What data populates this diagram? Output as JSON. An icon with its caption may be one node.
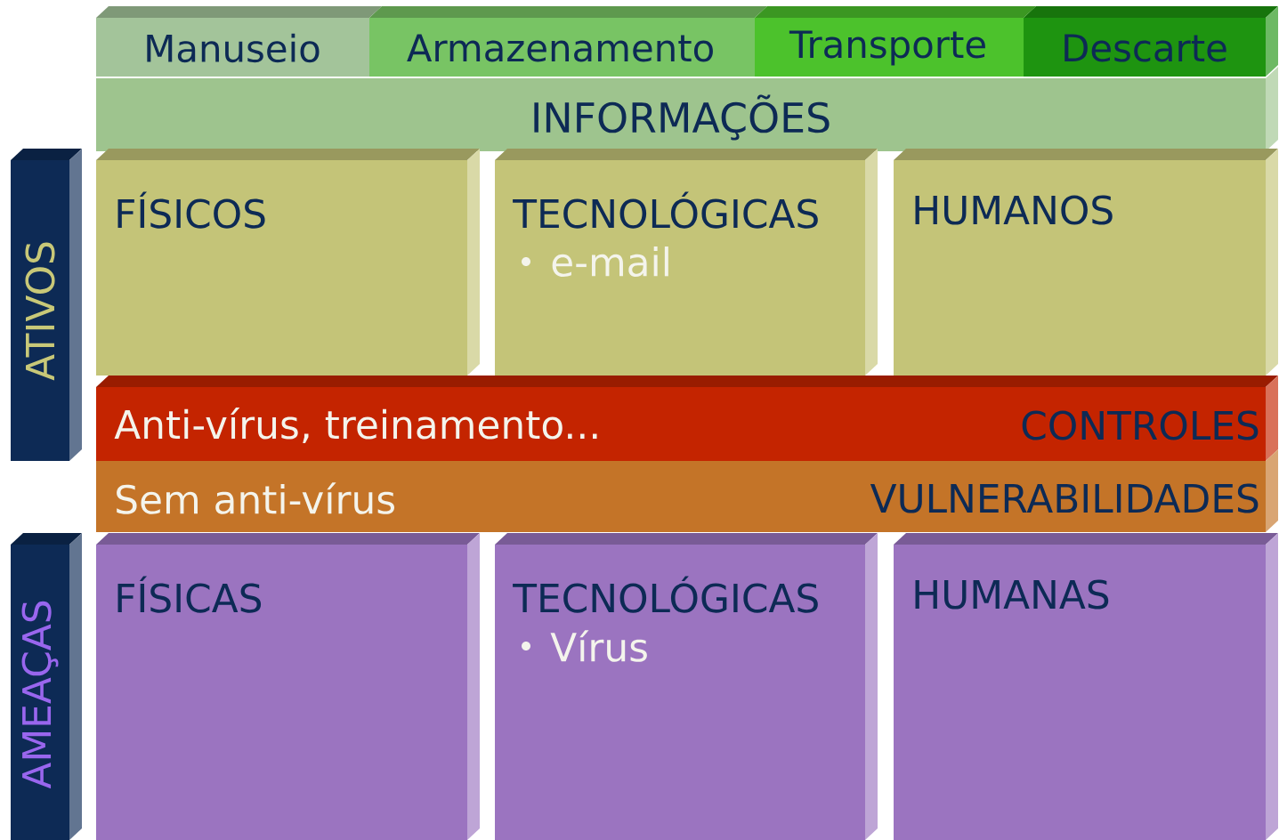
{
  "diagram": {
    "nodes": [
      {
        "text": [
          "Manuseio"
        ]
      },
      {
        "text": [
          "Armazenamento"
        ]
      },
      {
        "text": [
          "Transporte"
        ]
      },
      {
        "text": [
          "Descarte"
        ]
      },
      {
        "text": [
          "INFORMAÇÕES"
        ]
      },
      {
        "text": [
          "ATIVOS"
        ]
      },
      {
        "text": [
          "FÍSICOS"
        ]
      },
      {
        "text": [
          "TECNOLÓGICAS",
          "e-mail"
        ]
      },
      {
        "text": [
          "HUMANOS"
        ]
      },
      {
        "text": [
          "Anti-vírus, treinamento...",
          "CONTROLES"
        ]
      },
      {
        "text": [
          "Sem anti-vírus",
          "VULNERABILIDADES"
        ]
      },
      {
        "text": [
          "AMEAÇAS"
        ]
      },
      {
        "text": [
          "FÍSICAS"
        ]
      },
      {
        "text": [
          "TECNOLÓGICAS",
          "Vírus"
        ]
      },
      {
        "text": [
          "HUMANAS"
        ]
      }
    ]
  }
}
